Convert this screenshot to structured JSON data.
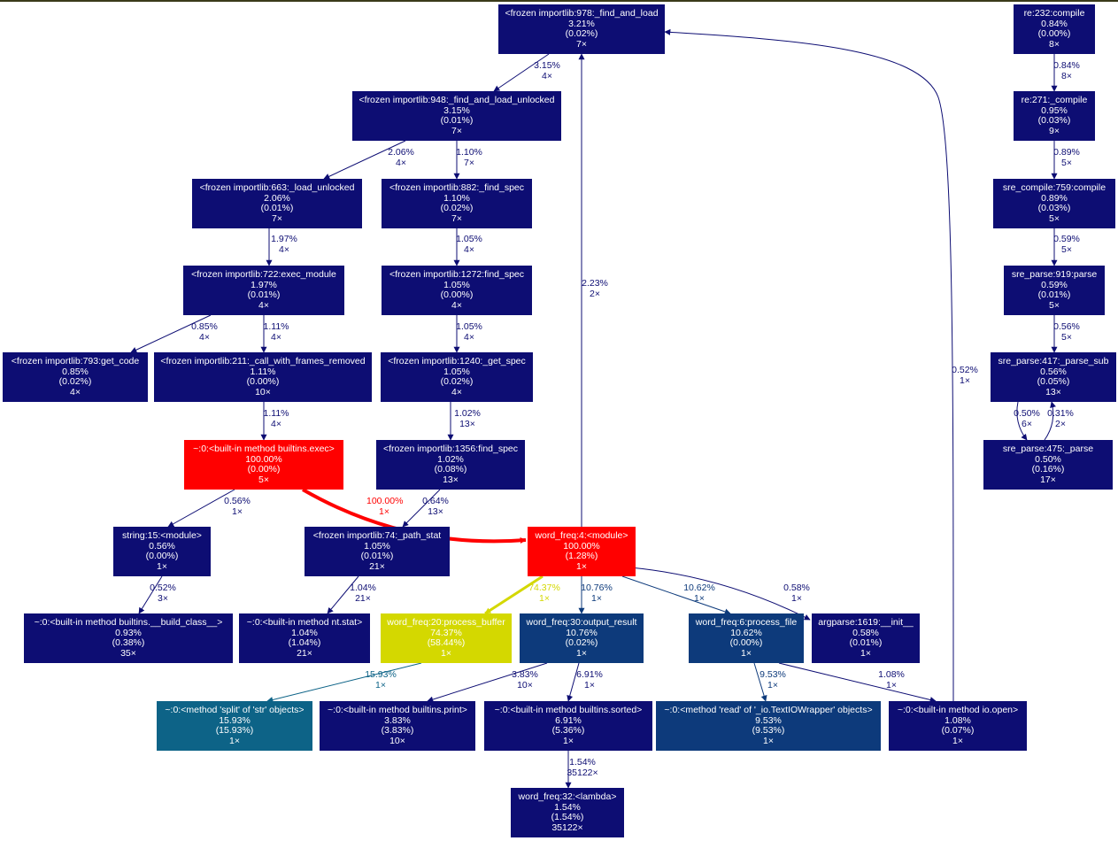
{
  "colors": {
    "navy": "#0d0d73",
    "blue_mid": "#0d3a7b",
    "teal": "#0d6387",
    "red": "#ff0000",
    "yellow": "#d4d800",
    "edge": "#0d0d73"
  },
  "nodes": [
    {
      "id": "n_find_and_load",
      "lines": [
        "<frozen importlib:978:_find_and_load",
        "3.21%",
        "(0.02%)",
        "7×"
      ],
      "color": "#0d0d73"
    },
    {
      "id": "n_find_and_load_unlocked",
      "lines": [
        "<frozen importlib:948:_find_and_load_unlocked",
        "3.15%",
        "(0.01%)",
        "7×"
      ],
      "color": "#0d0d73"
    },
    {
      "id": "n_load_unlocked",
      "lines": [
        "<frozen importlib:663:_load_unlocked",
        "2.06%",
        "(0.01%)",
        "7×"
      ],
      "color": "#0d0d73"
    },
    {
      "id": "n_find_spec_882",
      "lines": [
        "<frozen importlib:882:_find_spec",
        "1.10%",
        "(0.02%)",
        "7×"
      ],
      "color": "#0d0d73"
    },
    {
      "id": "n_exec_module",
      "lines": [
        "<frozen importlib:722:exec_module",
        "1.97%",
        "(0.01%)",
        "4×"
      ],
      "color": "#0d0d73"
    },
    {
      "id": "n_find_spec_1272",
      "lines": [
        "<frozen importlib:1272:find_spec",
        "1.05%",
        "(0.00%)",
        "4×"
      ],
      "color": "#0d0d73"
    },
    {
      "id": "n_get_code",
      "lines": [
        "<frozen importlib:793:get_code",
        "0.85%",
        "(0.02%)",
        "4×"
      ],
      "color": "#0d0d73"
    },
    {
      "id": "n_call_with_frames",
      "lines": [
        "<frozen importlib:211:_call_with_frames_removed",
        "1.11%",
        "(0.00%)",
        "10×"
      ],
      "color": "#0d0d73"
    },
    {
      "id": "n_get_spec",
      "lines": [
        "<frozen importlib:1240:_get_spec",
        "1.05%",
        "(0.02%)",
        "4×"
      ],
      "color": "#0d0d73"
    },
    {
      "id": "n_exec",
      "lines": [
        "~:0:<built-in method builtins.exec>",
        "100.00%",
        "(0.00%)",
        "5×"
      ],
      "color": "#ff0000"
    },
    {
      "id": "n_find_spec_1356",
      "lines": [
        "<frozen importlib:1356:find_spec",
        "1.02%",
        "(0.08%)",
        "13×"
      ],
      "color": "#0d0d73"
    },
    {
      "id": "n_string_module",
      "lines": [
        "string:15:<module>",
        "0.56%",
        "(0.00%)",
        "1×"
      ],
      "color": "#0d0d73"
    },
    {
      "id": "n_path_stat",
      "lines": [
        "<frozen importlib:74:_path_stat",
        "1.05%",
        "(0.01%)",
        "21×"
      ],
      "color": "#0d0d73"
    },
    {
      "id": "n_word_freq_module",
      "lines": [
        "word_freq:4:<module>",
        "100.00%",
        "(1.28%)",
        "1×"
      ],
      "color": "#ff0000"
    },
    {
      "id": "n_build_class",
      "lines": [
        "~:0:<built-in method builtins.__build_class__>",
        "0.93%",
        "(0.38%)",
        "35×"
      ],
      "color": "#0d0d73"
    },
    {
      "id": "n_nt_stat",
      "lines": [
        "~:0:<built-in method nt.stat>",
        "1.04%",
        "(1.04%)",
        "21×"
      ],
      "color": "#0d0d73"
    },
    {
      "id": "n_process_buffer",
      "lines": [
        "word_freq:20:process_buffer",
        "74.37%",
        "(58.44%)",
        "1×"
      ],
      "color": "#d4d800"
    },
    {
      "id": "n_output_result",
      "lines": [
        "word_freq:30:output_result",
        "10.76%",
        "(0.02%)",
        "1×"
      ],
      "color": "#0d3a7b"
    },
    {
      "id": "n_process_file",
      "lines": [
        "word_freq:6:process_file",
        "10.62%",
        "(0.00%)",
        "1×"
      ],
      "color": "#0d3a7b"
    },
    {
      "id": "n_argparse_init",
      "lines": [
        "argparse:1619:__init__",
        "0.58%",
        "(0.01%)",
        "1×"
      ],
      "color": "#0d0d73"
    },
    {
      "id": "n_split",
      "lines": [
        "~:0:<method 'split' of 'str' objects>",
        "15.93%",
        "(15.93%)",
        "1×"
      ],
      "color": "#0d6387"
    },
    {
      "id": "n_print",
      "lines": [
        "~:0:<built-in method builtins.print>",
        "3.83%",
        "(3.83%)",
        "10×"
      ],
      "color": "#0d0d73"
    },
    {
      "id": "n_sorted",
      "lines": [
        "~:0:<built-in method builtins.sorted>",
        "6.91%",
        "(5.36%)",
        "1×"
      ],
      "color": "#0d0d73"
    },
    {
      "id": "n_read",
      "lines": [
        "~:0:<method 'read' of '_io.TextIOWrapper' objects>",
        "9.53%",
        "(9.53%)",
        "1×"
      ],
      "color": "#0d3a7b"
    },
    {
      "id": "n_io_open",
      "lines": [
        "~:0:<built-in method io.open>",
        "1.08%",
        "(0.07%)",
        "1×"
      ],
      "color": "#0d0d73"
    },
    {
      "id": "n_lambda",
      "lines": [
        "word_freq:32:<lambda>",
        "1.54%",
        "(1.54%)",
        "35122×"
      ],
      "color": "#0d0d73"
    },
    {
      "id": "n_re_compile",
      "lines": [
        "re:232:compile",
        "0.84%",
        "(0.00%)",
        "8×"
      ],
      "color": "#0d0d73"
    },
    {
      "id": "n_re_compile_271",
      "lines": [
        "re:271:_compile",
        "0.95%",
        "(0.03%)",
        "9×"
      ],
      "color": "#0d0d73"
    },
    {
      "id": "n_sre_compile",
      "lines": [
        "sre_compile:759:compile",
        "0.89%",
        "(0.03%)",
        "5×"
      ],
      "color": "#0d0d73"
    },
    {
      "id": "n_sre_parse_919",
      "lines": [
        "sre_parse:919:parse",
        "0.59%",
        "(0.01%)",
        "5×"
      ],
      "color": "#0d0d73"
    },
    {
      "id": "n_sre_parse_sub",
      "lines": [
        "sre_parse:417:_parse_sub",
        "0.56%",
        "(0.05%)",
        "13×"
      ],
      "color": "#0d0d73"
    },
    {
      "id": "n_sre_parse_475",
      "lines": [
        "sre_parse:475:_parse",
        "0.50%",
        "(0.16%)",
        "17×"
      ],
      "color": "#0d0d73"
    }
  ],
  "edges": [
    {
      "id": "e1",
      "from": "n_find_and_load",
      "to": "n_find_and_load_unlocked",
      "pct": "3.15%",
      "calls": "4×",
      "color": "#0d0d73"
    },
    {
      "id": "e2",
      "from": "n_find_and_load_unlocked",
      "to": "n_load_unlocked",
      "pct": "2.06%",
      "calls": "4×",
      "color": "#0d0d73"
    },
    {
      "id": "e3",
      "from": "n_find_and_load_unlocked",
      "to": "n_find_spec_882",
      "pct": "1.10%",
      "calls": "7×",
      "color": "#0d0d73"
    },
    {
      "id": "e4",
      "from": "n_load_unlocked",
      "to": "n_exec_module",
      "pct": "1.97%",
      "calls": "4×",
      "color": "#0d0d73"
    },
    {
      "id": "e5",
      "from": "n_find_spec_882",
      "to": "n_find_spec_1272",
      "pct": "1.05%",
      "calls": "4×",
      "color": "#0d0d73"
    },
    {
      "id": "e6",
      "from": "n_exec_module",
      "to": "n_get_code",
      "pct": "0.85%",
      "calls": "4×",
      "color": "#0d0d73"
    },
    {
      "id": "e7",
      "from": "n_exec_module",
      "to": "n_call_with_frames",
      "pct": "1.11%",
      "calls": "4×",
      "color": "#0d0d73"
    },
    {
      "id": "e8",
      "from": "n_find_spec_1272",
      "to": "n_get_spec",
      "pct": "1.05%",
      "calls": "4×",
      "color": "#0d0d73"
    },
    {
      "id": "e9",
      "from": "n_call_with_frames",
      "to": "n_exec",
      "pct": "1.11%",
      "calls": "4×",
      "color": "#0d0d73"
    },
    {
      "id": "e10",
      "from": "n_get_spec",
      "to": "n_find_spec_1356",
      "pct": "1.02%",
      "calls": "13×",
      "color": "#0d0d73"
    },
    {
      "id": "e11",
      "from": "n_exec",
      "to": "n_string_module",
      "pct": "0.56%",
      "calls": "1×",
      "color": "#0d0d73"
    },
    {
      "id": "e12",
      "from": "n_exec",
      "to": "n_word_freq_module",
      "pct": "100.00%",
      "calls": "1×",
      "color": "#ff0000"
    },
    {
      "id": "e13",
      "from": "n_find_spec_1356",
      "to": "n_path_stat",
      "pct": "0.64%",
      "calls": "13×",
      "color": "#0d0d73"
    },
    {
      "id": "e14",
      "from": "n_word_freq_module",
      "to": "n_find_and_load",
      "pct": "2.23%",
      "calls": "2×",
      "color": "#0d0d73"
    },
    {
      "id": "e15",
      "from": "n_string_module",
      "to": "n_build_class",
      "pct": "0.52%",
      "calls": "3×",
      "color": "#0d0d73"
    },
    {
      "id": "e16",
      "from": "n_path_stat",
      "to": "n_nt_stat",
      "pct": "1.04%",
      "calls": "21×",
      "color": "#0d0d73"
    },
    {
      "id": "e17",
      "from": "n_word_freq_module",
      "to": "n_process_buffer",
      "pct": "74.37%",
      "calls": "1×",
      "color": "#d4d800"
    },
    {
      "id": "e18",
      "from": "n_word_freq_module",
      "to": "n_output_result",
      "pct": "10.76%",
      "calls": "1×",
      "color": "#0d3a7b"
    },
    {
      "id": "e19",
      "from": "n_word_freq_module",
      "to": "n_process_file",
      "pct": "10.62%",
      "calls": "1×",
      "color": "#0d3a7b"
    },
    {
      "id": "e20",
      "from": "n_word_freq_module",
      "to": "n_argparse_init",
      "pct": "0.58%",
      "calls": "1×",
      "color": "#0d0d73"
    },
    {
      "id": "e21",
      "from": "n_process_buffer",
      "to": "n_split",
      "pct": "15.93%",
      "calls": "1×",
      "color": "#0d6387"
    },
    {
      "id": "e22",
      "from": "n_output_result",
      "to": "n_print",
      "pct": "3.83%",
      "calls": "10×",
      "color": "#0d0d73"
    },
    {
      "id": "e23",
      "from": "n_output_result",
      "to": "n_sorted",
      "pct": "6.91%",
      "calls": "1×",
      "color": "#0d0d73"
    },
    {
      "id": "e24",
      "from": "n_process_file",
      "to": "n_read",
      "pct": "9.53%",
      "calls": "1×",
      "color": "#0d3a7b"
    },
    {
      "id": "e25",
      "from": "n_process_file",
      "to": "n_io_open",
      "pct": "1.08%",
      "calls": "1×",
      "color": "#0d0d73"
    },
    {
      "id": "e26",
      "from": "n_sorted",
      "to": "n_lambda",
      "pct": "1.54%",
      "calls": "35122×",
      "color": "#0d0d73"
    },
    {
      "id": "e27",
      "from": "n_io_open",
      "to": "n_find_and_load",
      "pct": "0.52%",
      "calls": "1×",
      "color": "#0d0d73"
    },
    {
      "id": "e28",
      "from": "n_re_compile",
      "to": "n_re_compile_271",
      "pct": "0.84%",
      "calls": "8×",
      "color": "#0d0d73"
    },
    {
      "id": "e29",
      "from": "n_re_compile_271",
      "to": "n_sre_compile",
      "pct": "0.89%",
      "calls": "5×",
      "color": "#0d0d73"
    },
    {
      "id": "e30",
      "from": "n_sre_compile",
      "to": "n_sre_parse_919",
      "pct": "0.59%",
      "calls": "5×",
      "color": "#0d0d73"
    },
    {
      "id": "e31",
      "from": "n_sre_parse_919",
      "to": "n_sre_parse_sub",
      "pct": "0.56%",
      "calls": "5×",
      "color": "#0d0d73"
    },
    {
      "id": "e32",
      "from": "n_sre_parse_sub",
      "to": "n_sre_parse_475",
      "pct": "0.50%",
      "calls": "6×",
      "color": "#0d0d73"
    },
    {
      "id": "e33",
      "from": "n_sre_parse_475",
      "to": "n_sre_parse_sub",
      "pct": "0.31%",
      "calls": "2×",
      "color": "#0d0d73"
    }
  ]
}
